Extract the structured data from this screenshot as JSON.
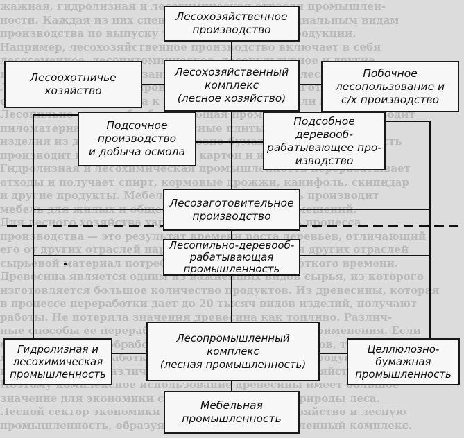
{
  "background_text": [
    "жажная, гидролизная и лесохимическая отрасли промышлен-",
    "ности. Каждая из них специализирована по специальным видам",
    "производства по выпуску тех или иных видов продукции.",
    "Например, лесохозяйственное производство включает в себя",
    "лесосеменное, лесопитомническое, лесокультурное и другие",
    "виды производств, связанные с выращиванием леса.",
    "Лесозаготовительное производство включает заготовку древе-",
    "сины и вывозку из леса к местам потребления или переработки.",
    "Лесопильно-деревообрабатывающая промышленность производит",
    "пиломатериалы, фанеру, древесные плиты, мебель и другие",
    "изделия из древесины. Целлюлозно-бумажная промышленность",
    "производит целлюлозу, бумагу, картон и изделия из них.",
    "Гидролизная и лесохимическая промышленность перерабатывает",
    "отходы и получает спирт, кормовые дрожжи, канифоль, скипидар",
    "и другие продукты. Мебельная промышленность производит",
    "мебель для жилых и общественных зданий и помещений.",
    "Для лесного хозяйства характерна длительность процесса",
    "производства — это результат времени роста деревьев, отличающий",
    "его от других отраслей народного хозяйства. Для других отраслей",
    "сырьевой материал потребляется в течение короткого времени.",
    "Древесина является одним из важнейших видов сырья, из которого",
    "изготовляется большое количество продуктов. Из древесины, которая",
    "в процессе переработки дает до 20 тысяч видов изделий, получают",
    "работы. Не потеряла значения древесина как топливо. Различ-",
    "ные способы ее переработки расширяют области применения. Если",
    "ее механическая обработка дает около 500 предметов, то",
    "химическая переработка может дать до 20 тысяч продуктов,",
    "используемых в различных отраслях народного хозяйства.",
    "Поэтому комплексное использование древесины имеет большое",
    "значение для экономики страны и для охраны природы леса.",
    "Лесной сектор экономики объединяет лесное хозяйство и лесную",
    "промышленность, образуя единый лесопромышленный комплекс."
  ],
  "boxes": {
    "forestry_production": [
      "Лесохозяйственное",
      "производство"
    ],
    "hunting_forestry": [
      "Лесоохотничье",
      "хозяйство"
    ],
    "forestry_complex": [
      "Лесохозяйственный",
      "комплекс",
      "(лесное хозяйство)"
    ],
    "side_use": [
      "Побочное",
      "лесопользование и",
      "с/х производство"
    ],
    "tapping": [
      "Подсочное",
      "производство",
      "и добыча осмола"
    ],
    "auxiliary_woodworking": [
      "Подсобное деревооб-",
      "рабатывающее про-",
      "изводство"
    ],
    "logging": [
      "Лесозаготовительное",
      "производство"
    ],
    "sawmill": [
      "Лесопильно-деревооб-",
      "рабатывающая",
      "промышленность"
    ],
    "hydrolysis": [
      "Гидролизная и",
      "лесохимическая",
      "промышленность"
    ],
    "forest_industry_complex": [
      "Лесопромышленный",
      "комплекс",
      "(лесная промышленность)"
    ],
    "pulp_paper": [
      "Целлюлозно-",
      "бумажная",
      "промышленность"
    ],
    "furniture": [
      "Мебельная",
      "промышленность"
    ]
  }
}
